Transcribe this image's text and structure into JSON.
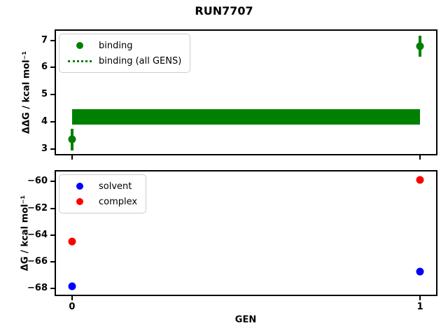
{
  "title": "RUN7707",
  "colors": {
    "binding": "#008000",
    "solvent": "#0000ff",
    "complex": "#ff0000",
    "spine": "#000000",
    "legend_border": "#cccccc",
    "background": "#ffffff"
  },
  "chart_data": [
    {
      "type": "scatter",
      "ylabel": "ΔΔG / kcal mol⁻¹",
      "xlabel": "",
      "ylim": [
        2.76,
        7.4
      ],
      "xlim": [
        -0.05,
        1.05
      ],
      "yticks": [
        3,
        4,
        5,
        6,
        7
      ],
      "yticklabels": [
        "3",
        "4",
        "5",
        "6",
        "7"
      ],
      "xticks": [
        0,
        1
      ],
      "xticklabels": [
        "0",
        "1"
      ],
      "show_xticklabels": false,
      "grid": false,
      "series": [
        {
          "name": "binding",
          "color": "#008000",
          "marker": "circle",
          "x": [
            0,
            1
          ],
          "y": [
            3.35,
            6.78
          ],
          "yerr": [
            0.4,
            0.39
          ]
        }
      ],
      "band": {
        "label": "binding (all GENS)",
        "color": "#008000",
        "x0": 0,
        "x1": 1,
        "y0": 3.9,
        "y1": 4.45
      },
      "legend": [
        {
          "label": "binding",
          "glyph": "dot",
          "color": "#008000"
        },
        {
          "label": "binding (all GENS)",
          "glyph": "dotted-line",
          "color": "#008000"
        }
      ],
      "legend_position": "upper-left"
    },
    {
      "type": "scatter",
      "ylabel": "ΔG / kcal mol⁻¹",
      "xlabel": "GEN",
      "ylim": [
        -68.55,
        -59.15
      ],
      "xlim": [
        -0.05,
        1.05
      ],
      "yticks": [
        -68,
        -66,
        -64,
        -62,
        -60
      ],
      "yticklabels": [
        "−68",
        "−66",
        "−64",
        "−62",
        "−60"
      ],
      "xticks": [
        0,
        1
      ],
      "xticklabels": [
        "0",
        "1"
      ],
      "show_xticklabels": true,
      "grid": false,
      "series": [
        {
          "name": "solvent",
          "color": "#0000ff",
          "marker": "circle",
          "x": [
            0,
            1
          ],
          "y": [
            -67.8,
            -66.7
          ],
          "yerr": [
            0.06,
            0.06
          ]
        },
        {
          "name": "complex",
          "color": "#ff0000",
          "marker": "circle",
          "x": [
            0,
            1
          ],
          "y": [
            -64.5,
            -59.9
          ],
          "yerr": [
            0.18,
            0.18
          ]
        }
      ],
      "legend": [
        {
          "label": "solvent",
          "glyph": "dot",
          "color": "#0000ff"
        },
        {
          "label": "complex",
          "glyph": "dot",
          "color": "#ff0000"
        }
      ],
      "legend_position": "upper-left"
    }
  ]
}
